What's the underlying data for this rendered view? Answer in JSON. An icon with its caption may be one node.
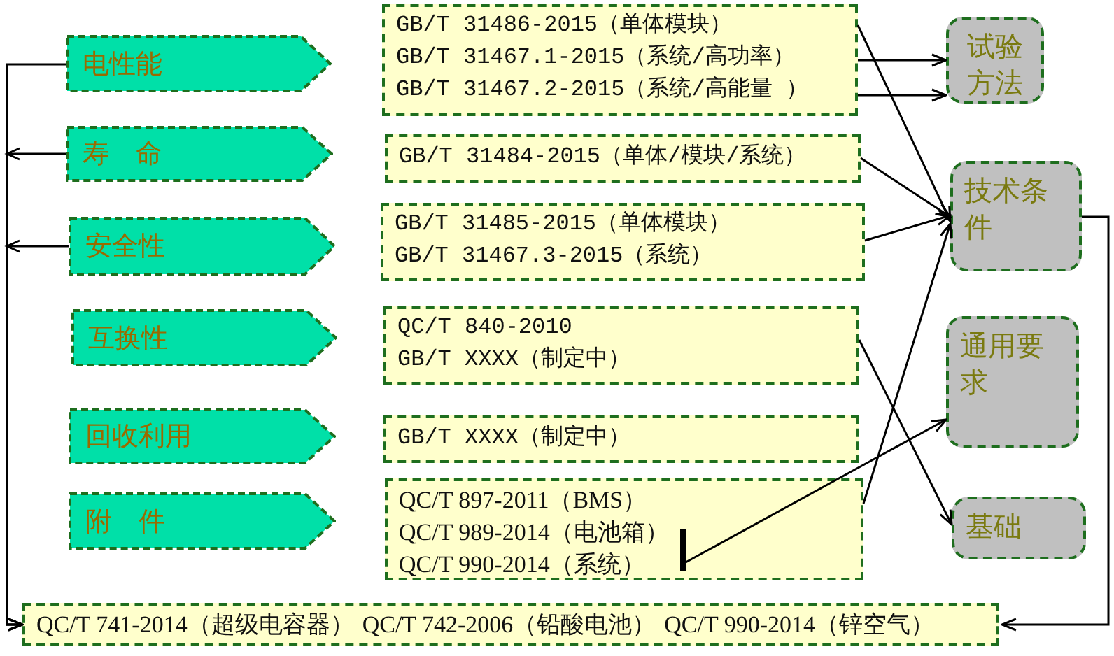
{
  "diagram": {
    "nodes": [
      {
        "text": [
          "电性能"
        ]
      },
      {
        "text": [
          "GB/T 31486-2015（单体模块）",
          "GB/T 31467.1-2015（系统/高功率）",
          "GB/T 31467.2-2015（系统/高能量 ）"
        ]
      },
      {
        "text": [
          "试验方法"
        ]
      },
      {
        "text": [
          "寿　命"
        ]
      },
      {
        "text": [
          "GB/T 31484-2015（单体/模块/系统）"
        ]
      },
      {
        "text": [
          "技术条件"
        ]
      },
      {
        "text": [
          "安全性"
        ]
      },
      {
        "text": [
          "GB/T 31485-2015（单体模块）",
          "GB/T 31467.3-2015（系统）"
        ]
      },
      {
        "text": [
          "互换性"
        ]
      },
      {
        "text": [
          "QC/T 840-2010",
          "GB/T XXXX（制定中）"
        ]
      },
      {
        "text": [
          "通用要求"
        ]
      },
      {
        "text": [
          "回收利用"
        ]
      },
      {
        "text": [
          "GB/T XXXX（制定中）"
        ]
      },
      {
        "text": [
          "附　件"
        ]
      },
      {
        "text": [
          "QC/T 897-2011（BMS）",
          "QC/T 989-2014（电池箱）",
          "QC/T 990-2014（系统）"
        ]
      },
      {
        "text": [
          "基础"
        ]
      },
      {
        "text": [
          "QC/T 741-2014（超级电容器）",
          "QC/T 742-2006（铅酸电池）",
          "QC/T 990-2014（锌空气）"
        ]
      }
    ],
    "edges": [
      {
        "from": 0,
        "to": 16,
        "arrow": "to"
      },
      {
        "from": 3,
        "to": 16,
        "arrow": "to"
      },
      {
        "from": 6,
        "to": 16,
        "arrow": "to"
      },
      {
        "from": 5,
        "to": 16,
        "arrow": "to"
      },
      {
        "from": 1,
        "to": 5,
        "arrow": "to"
      },
      {
        "from": 1,
        "to": 2,
        "arrow": "to"
      },
      {
        "from": 1,
        "to": 2,
        "arrow": "to"
      },
      {
        "from": 4,
        "to": 5,
        "arrow": "to"
      },
      {
        "from": 7,
        "to": 5,
        "arrow": "to"
      },
      {
        "from": 9,
        "to": 15,
        "arrow": "to"
      },
      {
        "from": 14,
        "to": 5,
        "arrow": "to"
      },
      {
        "from": 14,
        "to": 10,
        "arrow": "to"
      }
    ]
  }
}
